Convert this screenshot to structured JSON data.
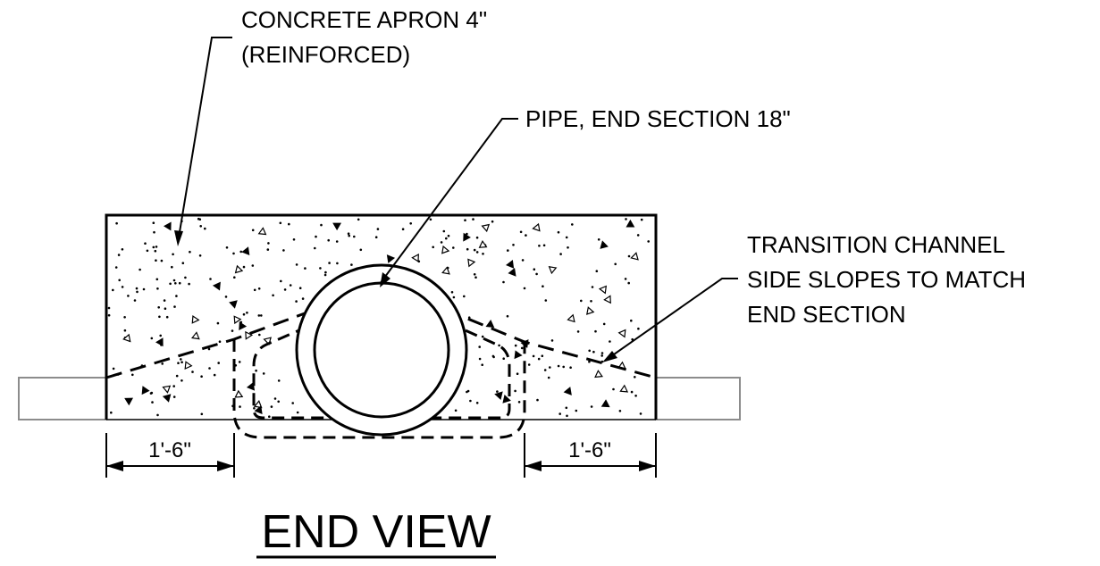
{
  "labels": {
    "apron_line1": "CONCRETE APRON 4\"",
    "apron_line2": "(REINFORCED)",
    "pipe": "PIPE, END SECTION 18\"",
    "transition_line1": "TRANSITION CHANNEL",
    "transition_line2": "SIDE SLOPES TO MATCH",
    "transition_line3": "END SECTION"
  },
  "dimensions": {
    "left": "1'-6\"",
    "right": "1'-6\""
  },
  "title": "END VIEW",
  "colors": {
    "line": "#000000",
    "ground": "#8c8c8c",
    "background": "#ffffff"
  }
}
